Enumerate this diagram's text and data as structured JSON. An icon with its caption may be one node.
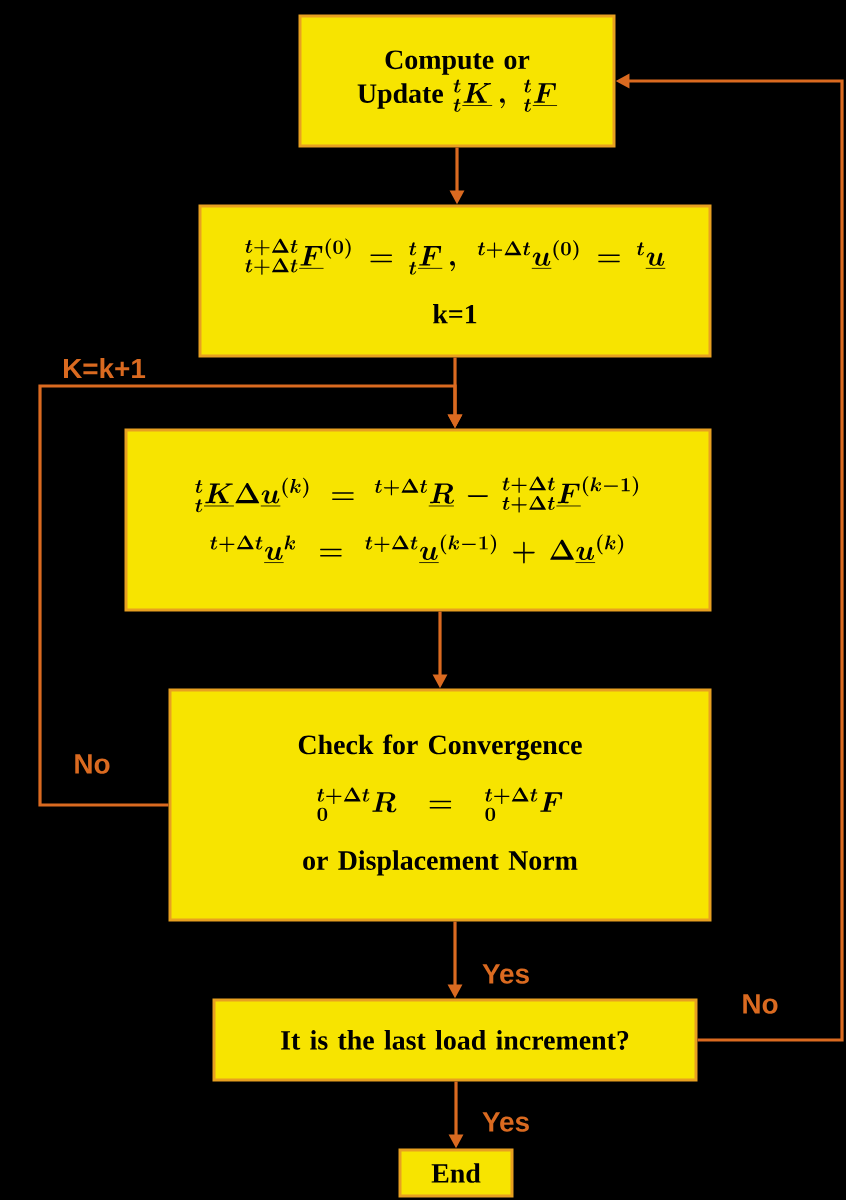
{
  "diagram": {
    "nodes": [
      {
        "text": [
          "Compute or Update",
          "{}^{t}_{t}\\underline{K}\\,,\\;{}^{t}_{t}\\underline{F}"
        ]
      },
      {
        "text": [
          "{}^{t+\\Delta t}_{t+\\Delta t}\\underline{F}^{(0)}={}^{t}_{t}\\underline{F}\\,,\\;{}^{t+\\Delta t}\\underline{u}^{(0)}={}^{t}\\underline{u}",
          "k=1"
        ]
      },
      {
        "text": [
          "{}^{t}_{t}\\underline{K}\\Delta\\underline{u}^{(k)}={}^{t+\\Delta t}\\underline{R}-{}^{t+\\Delta t}_{t+\\Delta t}\\underline{F}^{(k-1)}",
          "{}^{t+\\Delta t}\\underline{u}^{k}={}^{t+\\Delta t}\\underline{u}^{(k-1)}+\\Delta\\underline{u}^{(k)}"
        ]
      },
      {
        "text": [
          "Check for Convergence",
          "{}^{t+\\Delta t}_{0}R={}^{t+\\Delta t}_{0}F",
          "or Displacement Norm"
        ]
      },
      {
        "text": [
          "It is the last load increment?"
        ]
      },
      {
        "text": [
          "End"
        ]
      }
    ],
    "edges": [
      {
        "from": 0,
        "to": 1,
        "arrow": "to"
      },
      {
        "from": 1,
        "to": 2,
        "arrow": "to"
      },
      {
        "from": 2,
        "to": 3,
        "arrow": "to"
      },
      {
        "from": 3,
        "to": 2,
        "arrow": "to",
        "label": "No"
      },
      {
        "from": 3,
        "to": 4,
        "arrow": "to",
        "label": "Yes"
      },
      {
        "from": 4,
        "to": 0,
        "arrow": "to",
        "label": "No"
      },
      {
        "from": 4,
        "to": 5,
        "arrow": "to",
        "label": "Yes"
      }
    ],
    "labels": [
      "K=k+1"
    ]
  }
}
